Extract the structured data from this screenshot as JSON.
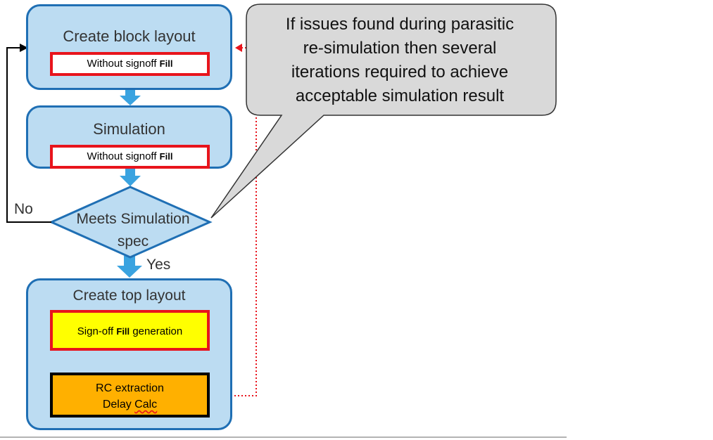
{
  "colors": {
    "box_fill": "#bcdcf2",
    "box_border": "#1f6fb4",
    "arrow_blue": "#3aa3e0",
    "red_border": "#e8141c",
    "yellow_fill": "#ffff00",
    "orange_fill": "#ffb000",
    "callout_fill": "#d9d9d9"
  },
  "steps": {
    "create_block": {
      "title": "Create block layout",
      "note_prefix": "Without signoff ",
      "note_bold": "Fill"
    },
    "simulation": {
      "title": "Simulation",
      "note_prefix": "Without signoff ",
      "note_bold": "Fill"
    },
    "decision": {
      "text_line1": "Meets Simulation",
      "text_line2": "spec"
    },
    "create_top": {
      "title": "Create top layout",
      "fill_prefix": "Sign-off ",
      "fill_bold": "Fill",
      "fill_suffix": " generation",
      "rc_line1": "RC extraction",
      "rc_line2_prefix": "Delay ",
      "rc_line2_squiggle": "Calc"
    }
  },
  "labels": {
    "no": "No",
    "yes": "Yes"
  },
  "callout": {
    "line1": "If issues found during parasitic",
    "line2": "re-simulation then several",
    "line3": "iterations required to achieve",
    "line4": "acceptable simulation result"
  }
}
